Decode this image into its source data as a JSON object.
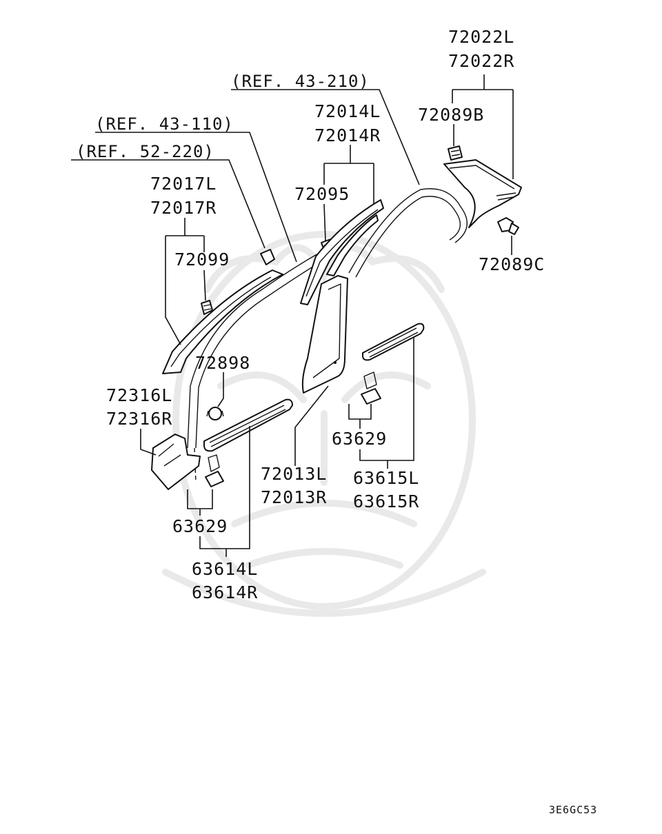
{
  "references": {
    "ref_43_210": "(REF. 43-210)",
    "ref_43_110": "(REF. 43-110)",
    "ref_52_220": "(REF. 52-220)"
  },
  "parts": {
    "p72022L": "72022L",
    "p72022R": "72022R",
    "p72089B": "72089B",
    "p72014L": "72014L",
    "p72014R": "72014R",
    "p72095": "72095",
    "p72017L": "72017L",
    "p72017R": "72017R",
    "p72099": "72099",
    "p72089C": "72089C",
    "p72898": "72898",
    "p72316L": "72316L",
    "p72316R": "72316R",
    "p63629_right": "63629",
    "p72013L": "72013L",
    "p72013R": "72013R",
    "p63615L": "63615L",
    "p63615R": "63615R",
    "p63629_left": "63629",
    "p63614L": "63614L",
    "p63614R": "63614R"
  },
  "diagram_code": "3E6GC53"
}
